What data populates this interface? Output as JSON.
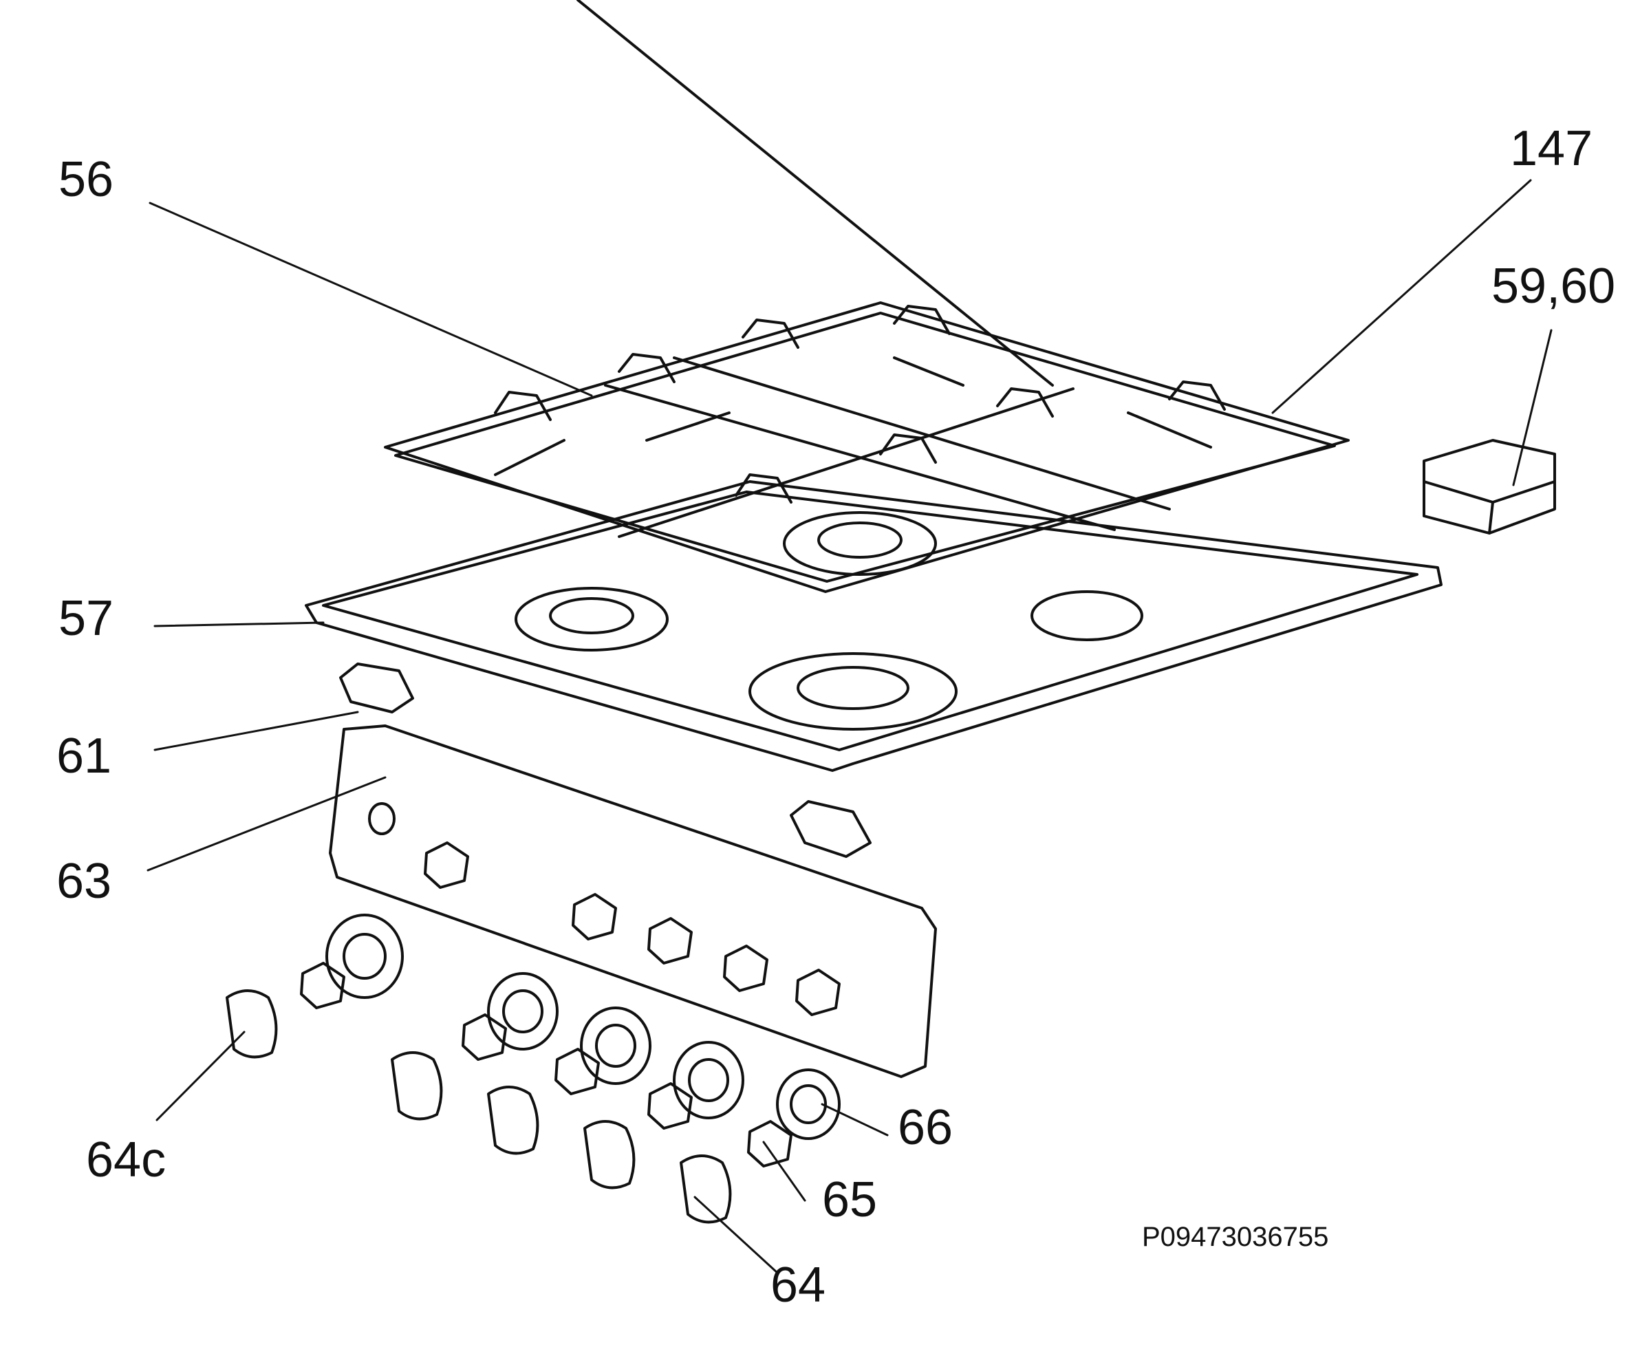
{
  "callouts": {
    "c56": "56",
    "c147": "147",
    "c5960": "59,60",
    "c57": "57",
    "c61": "61",
    "c63": "63",
    "c64c": "64c",
    "c66": "66",
    "c65": "65",
    "c64": "64"
  },
  "reference_code": "P09473036755"
}
